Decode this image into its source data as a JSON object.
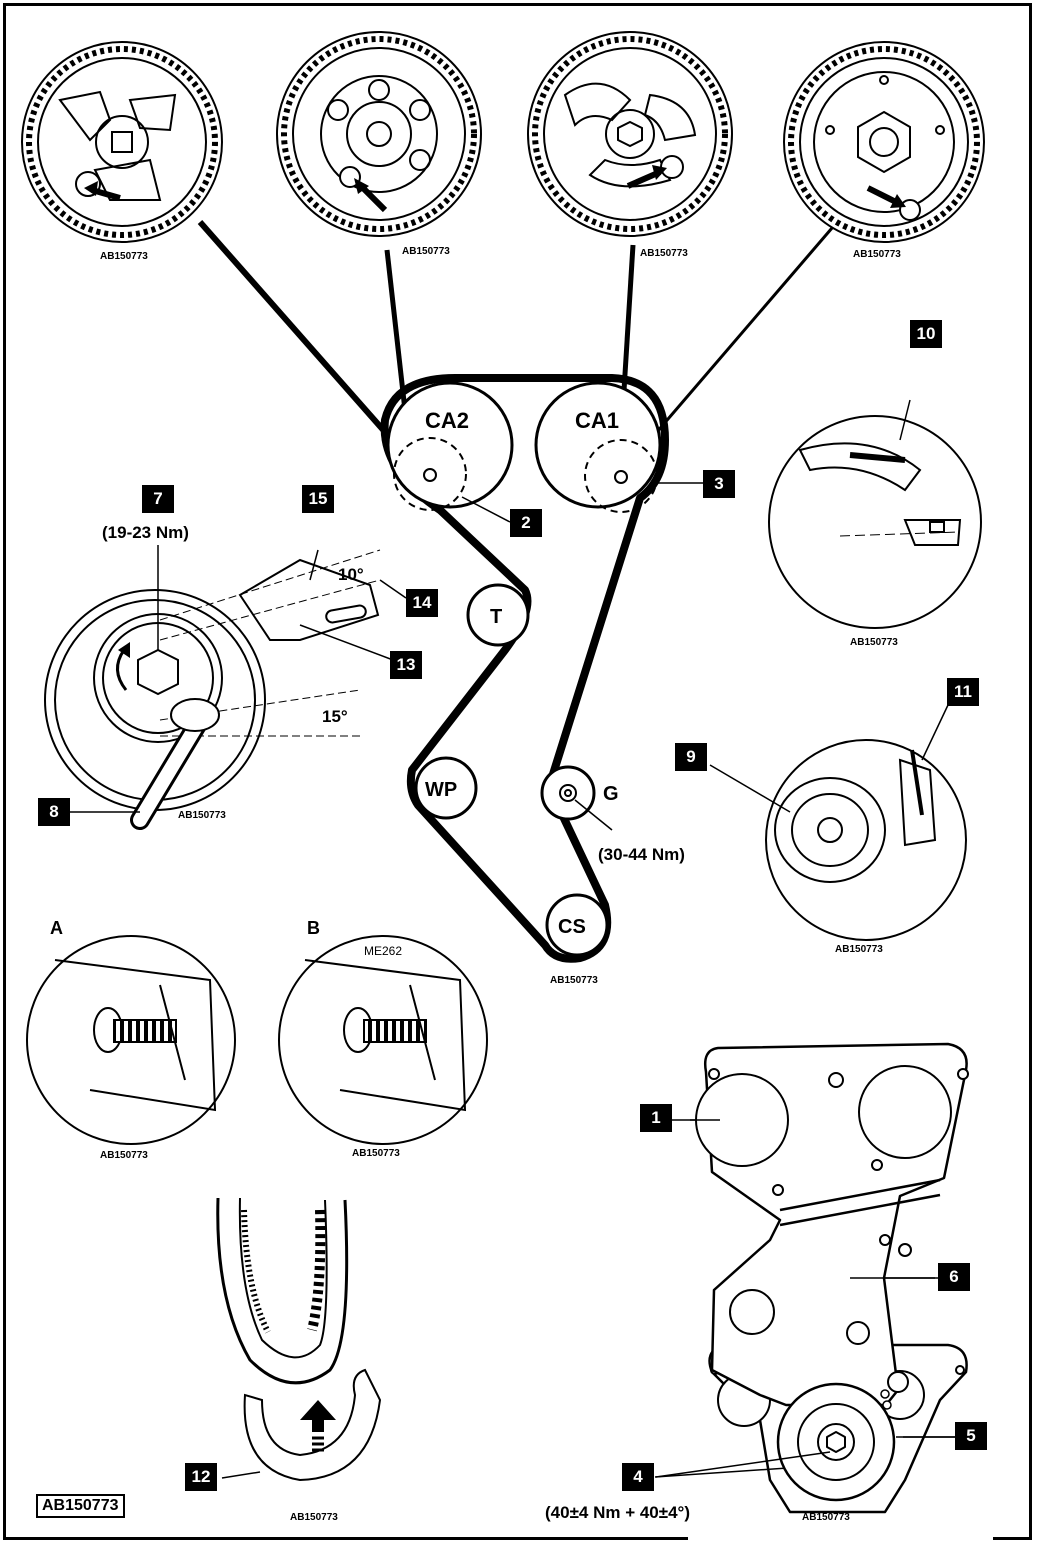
{
  "figure_ref": "AB150773",
  "image_refs": {
    "sprocket_1": "AB150773",
    "sprocket_2": "AB150773",
    "sprocket_3": "AB150773",
    "sprocket_4": "AB150773",
    "belt_layout": "AB150773",
    "tensioner": "AB150773",
    "detail_10": "AB150773",
    "detail_9": "AB150773",
    "detail_a": "AB150773",
    "detail_b": "AB150773",
    "belt_detail": "AB150773",
    "cover": "AB150773"
  },
  "pulleys": {
    "ca2": "CA2",
    "ca1": "CA1",
    "tensioner": "T",
    "water_pump": "WP",
    "idler": "G",
    "crankshaft": "CS"
  },
  "callouts": {
    "c1": "1",
    "c2": "2",
    "c3": "3",
    "c4": "4",
    "c5": "5",
    "c6": "6",
    "c7": "7",
    "c8": "8",
    "c9": "9",
    "c10": "10",
    "c11": "11",
    "c12": "12",
    "c13": "13",
    "c14": "14",
    "c15": "15"
  },
  "torques": {
    "tensioner_bolt": "(19-23 Nm)",
    "idler_bolt": "(30-44 Nm)",
    "crank_bolt": "(40±4 Nm + 40±4°)"
  },
  "angles": {
    "upper": "10°",
    "lower": "15°"
  },
  "details": {
    "a": "A",
    "b": "B",
    "tool_mark": "ME262"
  }
}
